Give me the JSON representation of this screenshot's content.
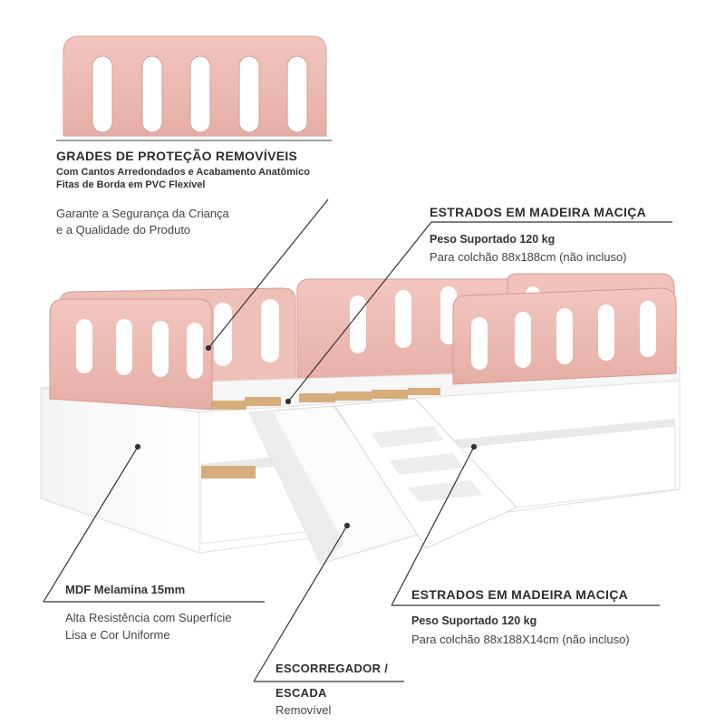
{
  "callouts": {
    "grades": {
      "title": "GRADES DE PROTEÇÃO REMOVÍVEIS",
      "sub1": "Com Cantos Arredondados e Acabamento Anatômico",
      "sub2": "Fitas de Borda em PVC Flexível",
      "desc1": "Garante a Segurança da Criança",
      "desc2": "e a Qualidade do Produto"
    },
    "estrados_top": {
      "title": "ESTRADOS EM MADEIRA MACIÇA",
      "bold": "Peso Suportado 120 kg",
      "desc": "Para colchão 88x188cm (não incluso)"
    },
    "mdf": {
      "title": "MDF Melamina 15mm",
      "desc1": "Alta Resistência com Superfície",
      "desc2": "Lisa e Cor Uniforme"
    },
    "estrados_bottom": {
      "title": "ESTRADOS EM MADEIRA MACIÇA",
      "bold": "Peso Suportado 120 kg",
      "desc": "Para colchão 88x188X14cm (não incluso)"
    },
    "escorregador": {
      "title1": "ESCORREGADOR /",
      "title2": "ESCADA",
      "desc": "Removível"
    }
  },
  "colors": {
    "pink": "#eebcb4",
    "pink_shadow": "#d99f97",
    "white": "#ffffff",
    "slat": "#d8ad7c",
    "line": "#333333"
  }
}
